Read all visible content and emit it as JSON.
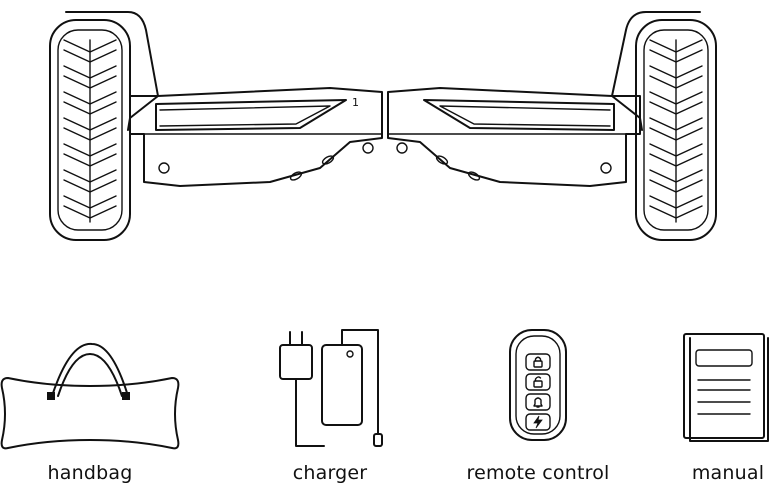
{
  "items": [
    {
      "label": "handbag"
    },
    {
      "label": "charger"
    },
    {
      "label": "remote control"
    },
    {
      "label": "manual"
    }
  ],
  "product": {
    "name": "hoverboard",
    "board_mark": "1"
  },
  "icons": {
    "remote_buttons": [
      "lock-icon",
      "unlock-icon",
      "bell-icon",
      "lightning-icon"
    ]
  },
  "colors": {
    "line": "#111111",
    "background": "#ffffff"
  }
}
